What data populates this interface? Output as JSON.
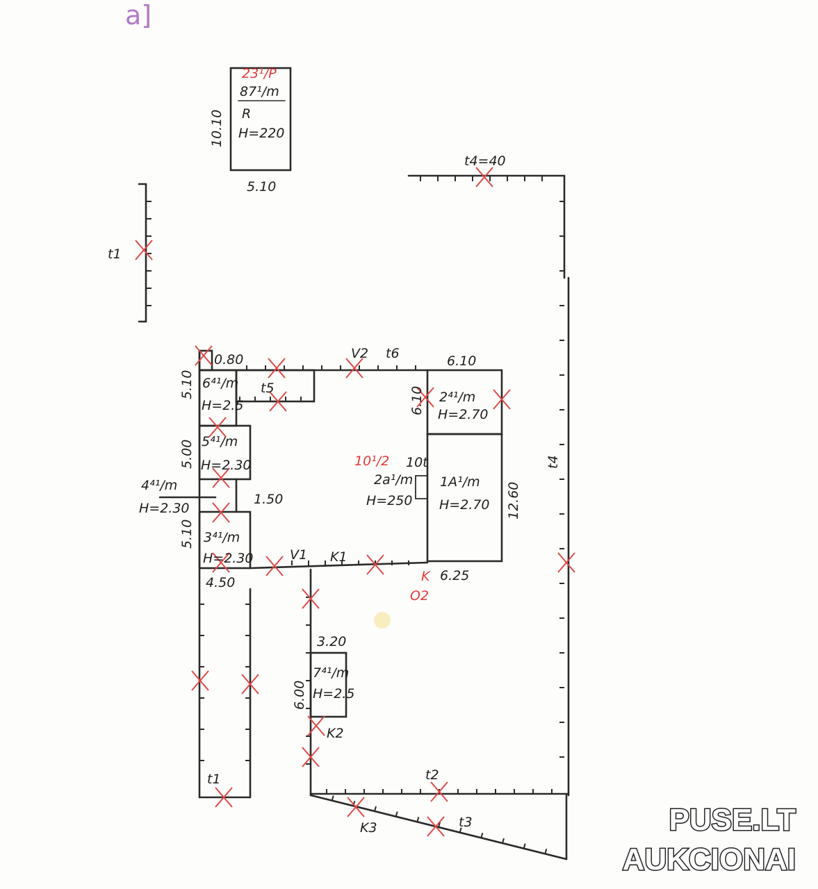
{
  "stamp": {
    "text": "a]"
  },
  "building_r": {
    "label_red": "23¹/P",
    "unit": "87¹/m",
    "letter": "R",
    "height": "H=220",
    "side_len": "10.10",
    "width": "5.10"
  },
  "fences": {
    "t1": "t1",
    "t4_top": "t4=40",
    "t4_right": "t4",
    "t2": "t2",
    "t3": "t3",
    "t1_lower": "t1",
    "t5": "t5",
    "t6": "t6"
  },
  "gates": {
    "v1": "V1",
    "v2": "V2",
    "k1": "K1",
    "k2": "K2",
    "k3": "K3"
  },
  "rooms": {
    "r6": {
      "unit": "6⁴¹/m",
      "height": "H=2.5"
    },
    "r5": {
      "unit": "5⁴¹/m",
      "height": "H=2.30"
    },
    "r4": {
      "unit": "4⁴¹/m",
      "height": "H=2.30"
    },
    "r3": {
      "unit": "3⁴¹/m",
      "height": "H=2.30"
    },
    "r2": {
      "unit": "2⁴¹/m",
      "height": "H=2.70"
    },
    "r1": {
      "unit": "1A¹/m",
      "height": "H=2.70"
    },
    "r2a": {
      "unit": "2a¹/m",
      "height": "H=250",
      "note": "10t",
      "red_note": "10¹/2"
    },
    "r7": {
      "unit": "7⁴¹/m",
      "height": "H=2.5"
    }
  },
  "dimensions": {
    "top_small": "0.80",
    "d510a": "5.10",
    "d500": "5.00",
    "d510b": "5.10",
    "d150": "1.50",
    "d450": "4.50",
    "d610_top": "6.10",
    "d610_side": "6.10",
    "d1260": "12.60",
    "d625": "6.25",
    "d320": "3.20",
    "d600": "6.00"
  },
  "red_marks": {
    "k": "K",
    "o2": "O2"
  },
  "watermark": {
    "line1": "PUSE.LT",
    "line2": "AUKCIONAI"
  }
}
